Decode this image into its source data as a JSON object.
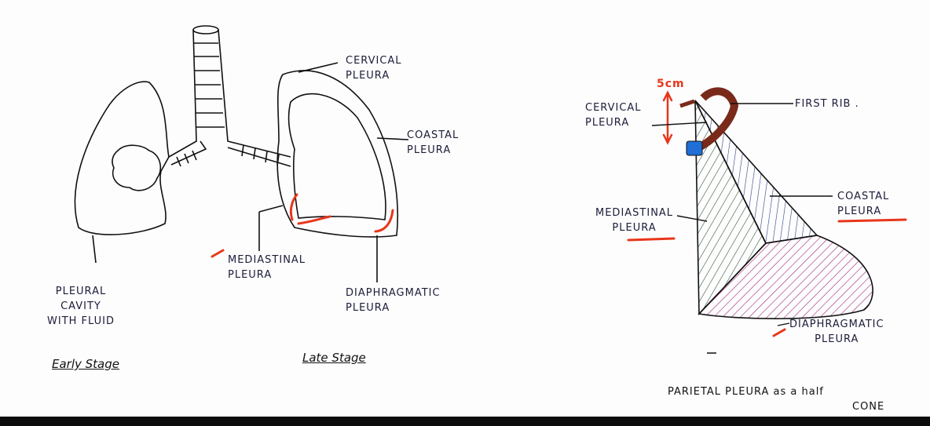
{
  "left_diagram": {
    "labels": {
      "cervical_pleura": [
        "CERVICAL",
        "PLEURA"
      ],
      "coastal_pleura": [
        "COASTAL",
        "PLEURA"
      ],
      "mediastinal_pleura": [
        "MEDIASTINAL",
        "PLEURA"
      ],
      "diaphragmatic_pleura": [
        "DIAPHRAGMATIC",
        "PLEURA"
      ],
      "pleural_cavity": [
        "PLEURAL",
        "CAVITY",
        "WITH FLUID"
      ]
    },
    "captions": {
      "early": "Early Stage",
      "late": "Late Stage"
    }
  },
  "right_diagram": {
    "measurement": "5cm",
    "labels": {
      "cervical_pleura": [
        "CERVICAL",
        "PLEURA"
      ],
      "first_rib": "FIRST RIB .",
      "coastal_pleura": [
        "COASTAL",
        "PLEURA"
      ],
      "mediastinal_pleura": [
        "MEDIASTINAL",
        "PLEURA"
      ],
      "diaphragmatic_pleura": [
        "DIAPHRAGMATIC",
        "PLEURA"
      ]
    },
    "caption": [
      "PARIETAL PLEURA as a half",
      "CONE"
    ]
  },
  "colors": {
    "ink": "#1c1c3a",
    "red": "#e8361c",
    "green": "#2f5a3a",
    "blue": "#2a3f8a",
    "magenta": "#a0257a",
    "rib": "#7a2a1a"
  }
}
